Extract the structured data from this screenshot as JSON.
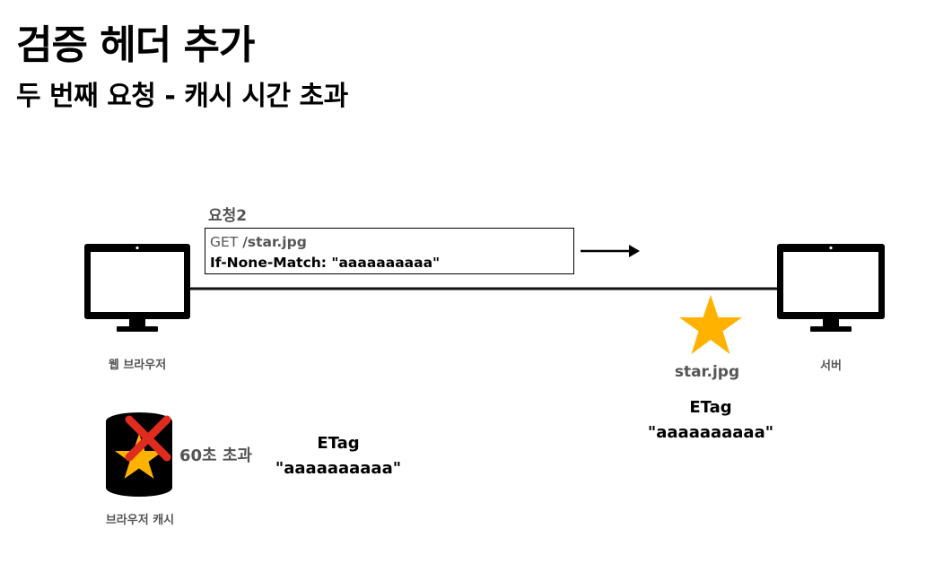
{
  "header": {
    "title": "검증 헤더 추가",
    "subtitle": "두 번째 요청 - 캐시 시간 초과"
  },
  "request": {
    "label": "요청2",
    "method": "GET",
    "path": "/star.jpg",
    "header_line": "If-None-Match: \"aaaaaaaaaa\""
  },
  "client": {
    "label": "웹 브라우저"
  },
  "server": {
    "label": "서버",
    "file_label": "star.jpg",
    "etag_key": "ETag",
    "etag_value": "\"aaaaaaaaaa\""
  },
  "cache": {
    "label": "브라우저 캐시",
    "elapsed_label": "60초 초과",
    "etag_key": "ETag",
    "etag_value": "\"aaaaaaaaaa\""
  },
  "colors": {
    "star": "#FFB200",
    "cross": "#E02B1F",
    "text_gray": "#555555"
  },
  "icons": {
    "client": "monitor-icon",
    "server": "monitor-icon",
    "cache": "database-icon",
    "file": "star-icon",
    "expired": "cross-icon"
  }
}
